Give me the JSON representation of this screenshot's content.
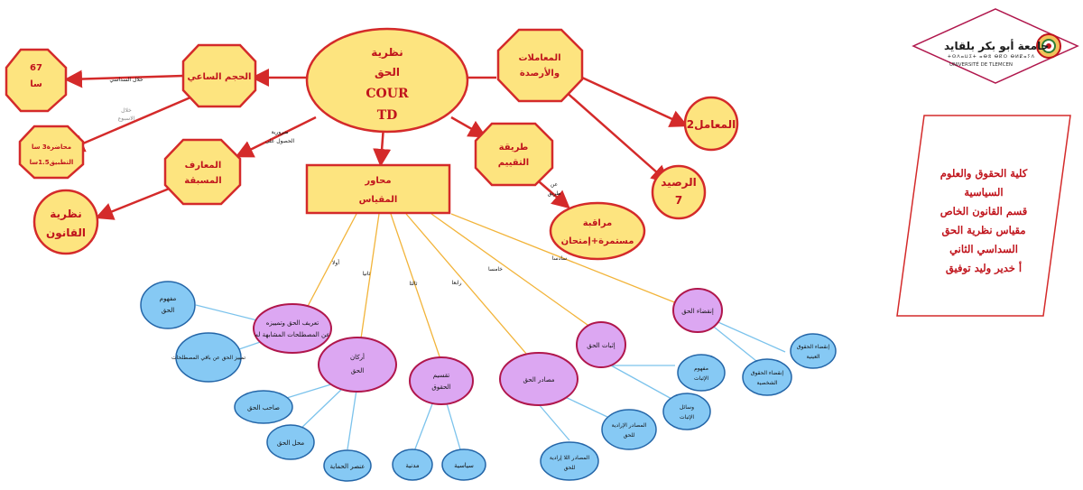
{
  "center": {
    "l1": "نظرية",
    "l2": "الحق",
    "l3": "COUR",
    "l4": "TD"
  },
  "volume": {
    "title": "الحجم الساعي",
    "hours": "67",
    "unit": "سا",
    "edge1": "خلال السداسي",
    "edge2_l1": "خلال",
    "edge2_l2": "الاسبوع",
    "weekly_l1": "محاضرة3 سا",
    "weekly_l2": "التطبيق1.5سا"
  },
  "coeffs": {
    "title_l1": "المعاملات",
    "title_l2": "والأرصدة",
    "coef": "المعامل2",
    "credit_l1": "الرصيد",
    "credit_l2": "7"
  },
  "prereq": {
    "edge_l1": "ضرورية",
    "edge_l2": "الحصول على",
    "title_l1": "المعارف",
    "title_l2": "المسبقة",
    "target_l1": "نظرية",
    "target_l2": "القانون"
  },
  "evaluation": {
    "title_l1": "طريقة",
    "title_l2": "التقييم",
    "edge_l1": "عن",
    "edge_l2": "طريق",
    "method_l1": "مراقبة",
    "method_l2": "مستمرة+إمتحان"
  },
  "axes": {
    "title_l1": "محاور",
    "title_l2": "المقياس"
  },
  "branches": {
    "b1": {
      "edge": "أولا",
      "l1": "تعريف الحق وتمييزه",
      "l2": "عن المصطلحات المشابهة له",
      "leaf1_l1": "مفهوم",
      "leaf1_l2": "الحق",
      "leaf2": "تمييز الحق عن باقي المصطلحات"
    },
    "b2": {
      "edge": "ثانيا",
      "l1": "أركان",
      "l2": "الحق",
      "leaf1": "صاحب الحق",
      "leaf2": "محل الحق",
      "leaf3": "عنصر الحماية"
    },
    "b3": {
      "edge": "ثالثا",
      "l1": "تقسيم",
      "l2": "الحقوق",
      "leaf1": "مدنية",
      "leaf2": "سياسية"
    },
    "b4": {
      "edge": "رابعا",
      "l1": "مصادر الحق",
      "leaf1_l1": "المصادر الإرادية",
      "leaf1_l2": "للحق",
      "leaf2_l1": "المصادر اللا إرادية",
      "leaf2_l2": "للحق"
    },
    "b5": {
      "edge": "خامسا",
      "l1": "إثبات الحق",
      "leaf1_l1": "مفهوم",
      "leaf1_l2": "الإثبات",
      "leaf2_l1": "وسائل",
      "leaf2_l2": "الإثبات"
    },
    "b6": {
      "edge": "سادسا",
      "l1": "إنقضاء الحق",
      "leaf1_l1": "إنقضاء الحقوق",
      "leaf1_l2": "العينية",
      "leaf2_l1": "إنقضاء الحقوق",
      "leaf2_l2": "الشخصية"
    }
  },
  "info": {
    "lines": [
      "كلية الحقوق والعلوم",
      "السياسية",
      "قسم القانون الخاص",
      "مقياس نظرية الحق",
      "السداسي الثاني",
      "أ خدير وليد توفيق"
    ]
  },
  "logo": {
    "name_ar": "جامعة أبو بكر بلقايد",
    "name_tf": "ⵜⵙⴷⴰⵡⵉⵜ ⴰⴱⵓ ⴱⴽⵔ ⴱⵍⵇⴰⵢⴷ",
    "name_fr": "UNIVERSITÉ DE TLEMCEN"
  },
  "colors": {
    "yellow": "#fde47f",
    "red": "#d42a2a",
    "purple": "#dca7f2",
    "blue": "#86c9f4",
    "orange": "#f6c23c",
    "lightblue": "#9ad3f0"
  }
}
